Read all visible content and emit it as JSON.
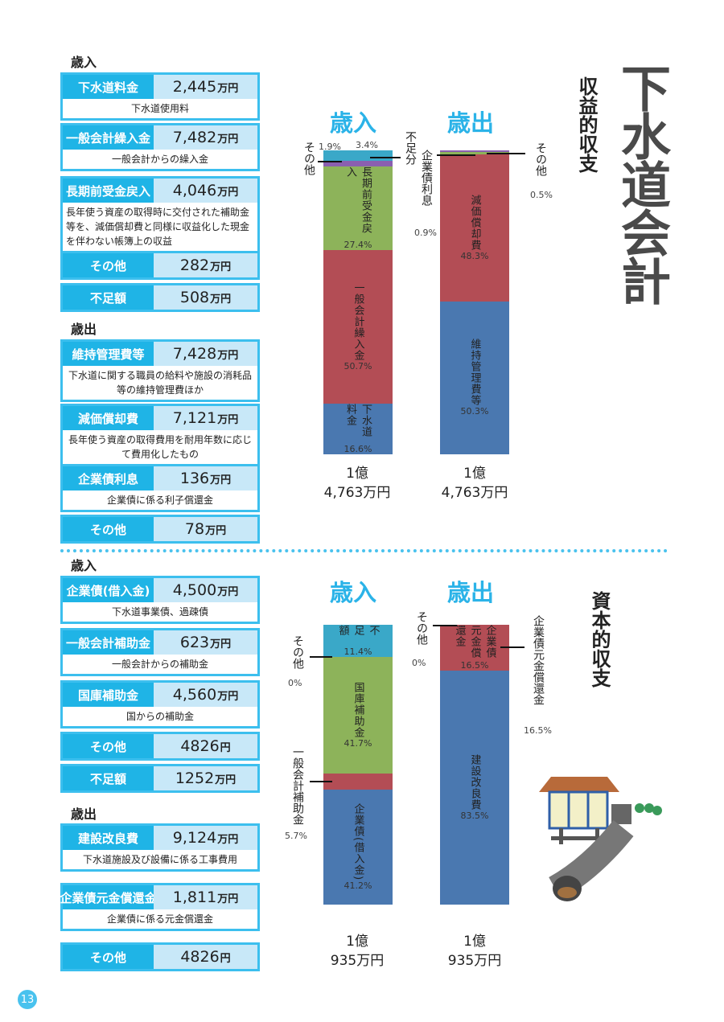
{
  "title": "下水道会計",
  "section1_title": "収益的収支",
  "section2_title": "資本的収支",
  "page_number": "13",
  "colors": {
    "accent": "#1fb4e6",
    "blue": "#4a78b0",
    "red": "#b34d55",
    "green": "#8db35a",
    "purple": "#8a5fb0",
    "teal": "#3aa8c8"
  },
  "left": {
    "rev1_label": "歳入",
    "exp1_label": "歳出",
    "rev2_label": "歳入",
    "exp2_label": "歳出",
    "boxes": [
      {
        "name": "下水道料金",
        "value": "2,445",
        "unit": "万円",
        "desc": "下水道使用料"
      },
      {
        "name": "一般会計繰入金",
        "value": "7,482",
        "unit": "万円",
        "desc": "一般会計からの繰入金"
      },
      {
        "name": "長期前受金戻入",
        "value": "4,046",
        "unit": "万円",
        "desc": "長年使う資産の取得時に交付された補助金等を、減価償却費と同様に収益化した現金を伴わない帳簿上の収益"
      },
      {
        "name": "その他",
        "value": "282",
        "unit": "万円"
      },
      {
        "name": "不足額",
        "value": "508",
        "unit": "万円"
      },
      {
        "name": "維持管理費等",
        "value": "7,428",
        "unit": "万円",
        "desc": "下水道に関する職員の給料や施設の消耗品等の維持管理費ほか"
      },
      {
        "name": "減価償却費",
        "value": "7,121",
        "unit": "万円",
        "desc": "長年使う資産の取得費用を耐用年数に応じて費用化したもの"
      },
      {
        "name": "企業債利息",
        "value": "136",
        "unit": "万円",
        "desc": "企業債に係る利子償還金"
      },
      {
        "name": "その他",
        "value": "78",
        "unit": "万円"
      },
      {
        "name": "企業債(借入金)",
        "value": "4,500",
        "unit": "万円",
        "desc": "下水道事業債、過疎債"
      },
      {
        "name": "一般会計補助金",
        "value": "623",
        "unit": "万円",
        "desc": "一般会計からの補助金"
      },
      {
        "name": "国庫補助金",
        "value": "4,560",
        "unit": "万円",
        "desc": "国からの補助金"
      },
      {
        "name": "その他",
        "value": "4826",
        "unit": "円"
      },
      {
        "name": "不足額",
        "value": "1252",
        "unit": "万円"
      },
      {
        "name": "建設改良費",
        "value": "9,124",
        "unit": "万円",
        "desc": "下水道施設及び設備に係る工事費用"
      },
      {
        "name": "企業債元金償還金",
        "value": "1,811",
        "unit": "万円",
        "desc": "企業債に係る元金償還金"
      },
      {
        "name": "その他",
        "value": "4826",
        "unit": "円"
      }
    ]
  },
  "chart_data": [
    {
      "type": "bar",
      "stacked": true,
      "title": "歳入",
      "group": "収益的収支",
      "total": [
        "1億",
        "4,763万円"
      ],
      "segments": [
        {
          "name": "不足分",
          "pct": 3.4,
          "color": "#3aa8c8"
        },
        {
          "name": "その他",
          "pct": 1.9,
          "color": "#8a5fb0"
        },
        {
          "name": "長期前受金戻入",
          "pct": 27.4,
          "color": "#8db35a"
        },
        {
          "name": "一般会計繰入金",
          "pct": 50.7,
          "color": "#b34d55"
        },
        {
          "name": "下水道料金",
          "pct": 16.6,
          "color": "#4a78b0"
        }
      ]
    },
    {
      "type": "bar",
      "stacked": true,
      "title": "歳出",
      "group": "収益的収支",
      "total": [
        "1億",
        "4,763万円"
      ],
      "segments": [
        {
          "name": "その他",
          "pct": 0.5,
          "color": "#8a5fb0"
        },
        {
          "name": "企業債利息",
          "pct": 0.9,
          "color": "#8db35a"
        },
        {
          "name": "減価償却費",
          "pct": 48.3,
          "color": "#b34d55"
        },
        {
          "name": "維持管理費等",
          "pct": 50.3,
          "color": "#4a78b0"
        }
      ]
    },
    {
      "type": "bar",
      "stacked": true,
      "title": "歳入",
      "group": "資本的収支",
      "total": [
        "1億",
        "935万円"
      ],
      "segments": [
        {
          "name": "不足額",
          "pct": 11.4,
          "color": "#3aa8c8"
        },
        {
          "name": "その他",
          "pct": 0,
          "color": "#8a5fb0"
        },
        {
          "name": "国庫補助金",
          "pct": 41.7,
          "color": "#8db35a"
        },
        {
          "name": "一般会計補助金",
          "pct": 5.7,
          "color": "#b34d55"
        },
        {
          "name": "企業債(借入金)",
          "pct": 41.2,
          "color": "#4a78b0"
        }
      ]
    },
    {
      "type": "bar",
      "stacked": true,
      "title": "歳出",
      "group": "資本的収支",
      "total": [
        "1億",
        "935万円"
      ],
      "segments": [
        {
          "name": "その他",
          "pct": 0,
          "color": "#8db35a"
        },
        {
          "name": "企業債元金償還金",
          "pct": 16.5,
          "color": "#b34d55"
        },
        {
          "name": "建設改良費",
          "pct": 83.5,
          "color": "#4a78b0"
        }
      ]
    }
  ]
}
